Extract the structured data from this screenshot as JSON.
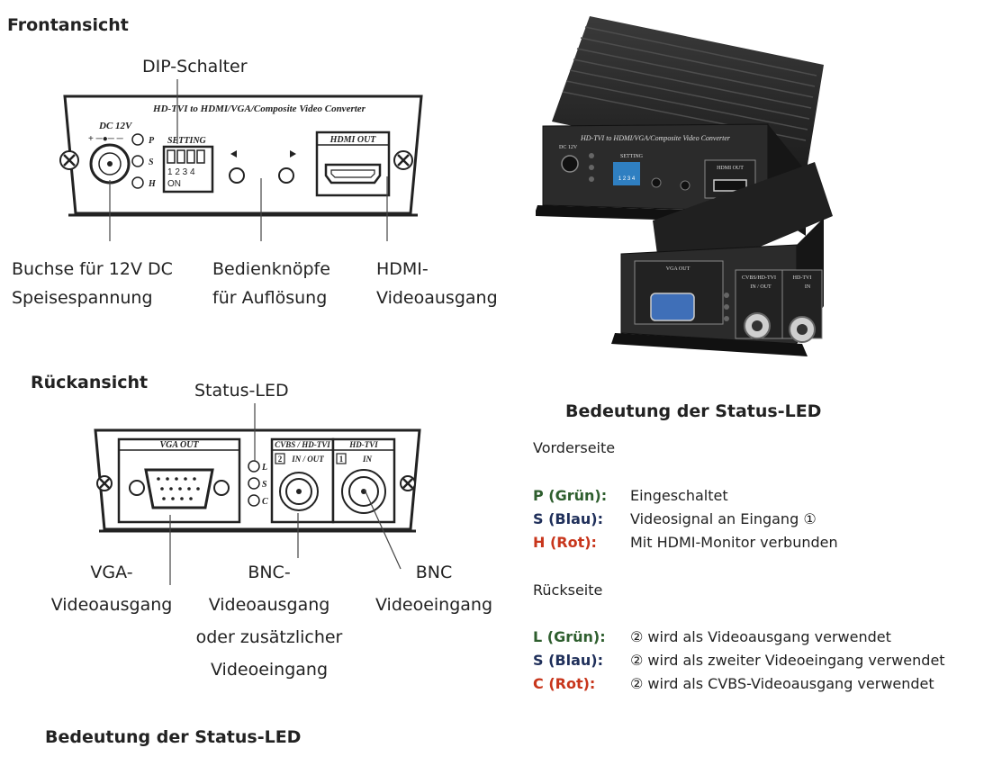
{
  "front": {
    "title": "Frontansicht",
    "device_label": "HD-TVI to HDMI/VGA/Composite Video Converter",
    "dc_label": "DC 12V",
    "setting_label": "SETTING",
    "led_letters": [
      "P",
      "S",
      "H"
    ],
    "dip_numbers": "1 2 3 4",
    "dip_on": "ON",
    "hdmi_out_label": "HDMI  OUT",
    "callout_dip": "DIP-Schalter",
    "callout_power": [
      "Buchse für 12V DC",
      "Speisespannung"
    ],
    "callout_buttons": [
      "Bedienknöpfe",
      "für Auflösung"
    ],
    "callout_hdmi": [
      "HDMI-",
      "Videoausgang"
    ]
  },
  "rear": {
    "title": "Rückansicht",
    "vga_out_label": "VGA  OUT",
    "cvbs_label": "CVBS / HD-TVI",
    "inout_label": "IN / OUT",
    "hdtvi_label": "HD-TVI",
    "in_label": "IN",
    "port2": "2",
    "port1": "1",
    "led_letters": [
      "L",
      "S",
      "C"
    ],
    "callout_status": "Status-LED",
    "callout_vga": [
      "VGA-",
      "Videoausgang"
    ],
    "callout_bnc_out": [
      "BNC-",
      "Videoausgang",
      "oder zusätzlicher",
      "Videoeingang"
    ],
    "callout_bnc_in": [
      "BNC",
      "Videoeingang"
    ],
    "bottom_title": "Bedeutung der Status-LED"
  },
  "photo": {
    "top_label": "HD-TVI to HDMI/VGA/Composite Video Converter",
    "dc_label": "DC 12V",
    "setting_label": "SETTING",
    "hdmi_label": "HDMI OUT",
    "vga_label": "VGA OUT",
    "cvbs_label": "CVBS/HD-TVI",
    "inout_label": "IN / OUT",
    "hdtvi_label": "HD-TVI",
    "in_label": "IN"
  },
  "legend": {
    "title": "Bedeutung der Status-LED",
    "front_heading": "Vorderseite",
    "front_rows": [
      {
        "key": "P (Grün):",
        "value": "Eingeschaltet",
        "color": "#2e5e2e"
      },
      {
        "key": "S (Blau):",
        "value": "Videosignal an Eingang  ①",
        "color": "#1f2f5a"
      },
      {
        "key": "H (Rot):",
        "value": "Mit HDMI-Monitor verbunden",
        "color": "#c8361c"
      }
    ],
    "rear_heading": "Rückseite",
    "rear_rows": [
      {
        "key": "L (Grün):",
        "value": "② wird als Videoausgang verwendet",
        "color": "#2e5e2e"
      },
      {
        "key": "S (Blau):",
        "value": "② wird als zweiter Videoeingang verwendet",
        "color": "#1f2f5a"
      },
      {
        "key": "C (Rot):",
        "value": "② wird als CVBS-Videoausgang verwendet",
        "color": "#c8361c"
      }
    ]
  }
}
